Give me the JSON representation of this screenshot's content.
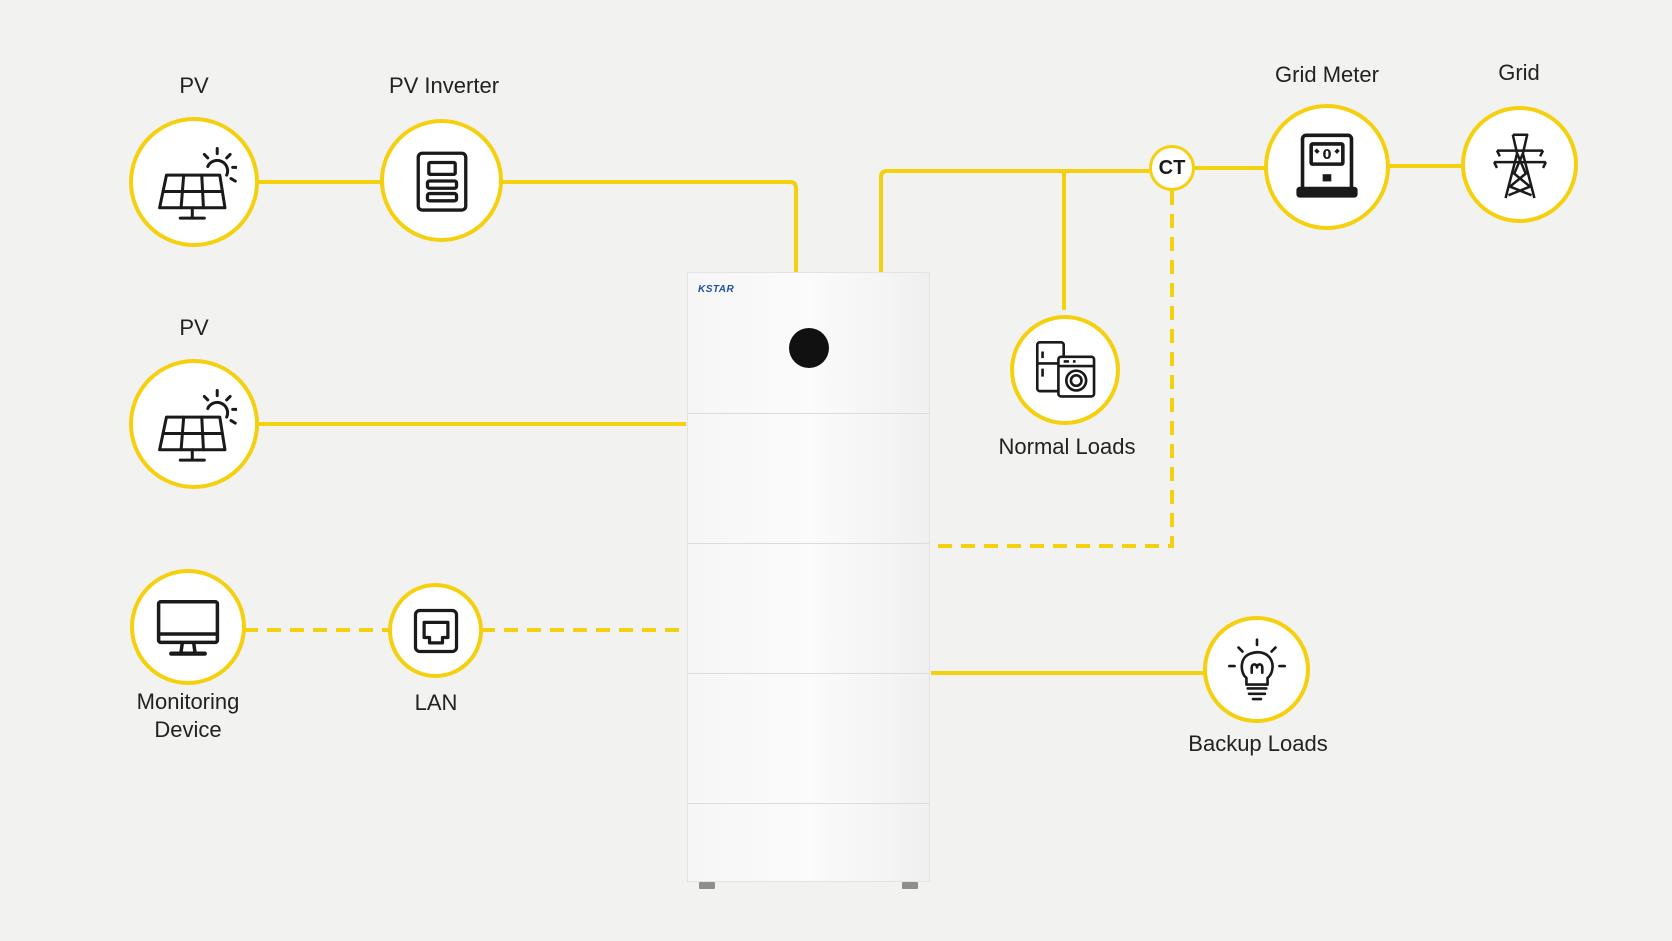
{
  "nodes": {
    "pv_top": {
      "label": "PV"
    },
    "pv_inverter": {
      "label": "PV Inverter"
    },
    "pv_middle": {
      "label": "PV"
    },
    "monitoring": {
      "label_line1": "Monitoring",
      "label_line2": "Device"
    },
    "lan": {
      "label": "LAN"
    },
    "grid_meter": {
      "label": "Grid Meter"
    },
    "grid": {
      "label": "Grid"
    },
    "normal_loads": {
      "label": "Normal Loads"
    },
    "backup_loads": {
      "label": "Backup Loads"
    },
    "ct": {
      "label": "CT"
    }
  },
  "unit": {
    "brand": "KSTAR"
  },
  "colors": {
    "accent": "#f5d00f",
    "background": "#f2f2f1",
    "icon": "#1a1a1a"
  },
  "icons": {
    "pv_top": "solar-panel-sun-icon",
    "pv_inverter": "inverter-icon",
    "pv_middle": "solar-panel-sun-icon",
    "monitoring": "monitor-icon",
    "lan": "ethernet-port-icon",
    "grid_meter": "electric-meter-icon",
    "grid": "transmission-tower-icon",
    "normal_loads": "fridge-washer-icon",
    "backup_loads": "light-bulb-icon"
  },
  "connections": {
    "solid": [
      "pv_top-pv_inverter",
      "pv_inverter-unit",
      "pv_middle-unit",
      "unit-grid_meter",
      "grid_meter-grid",
      "normal_loads-grid_bus",
      "unit-backup_loads"
    ],
    "dashed": [
      "monitoring-lan",
      "lan-unit",
      "ct-unit"
    ]
  }
}
